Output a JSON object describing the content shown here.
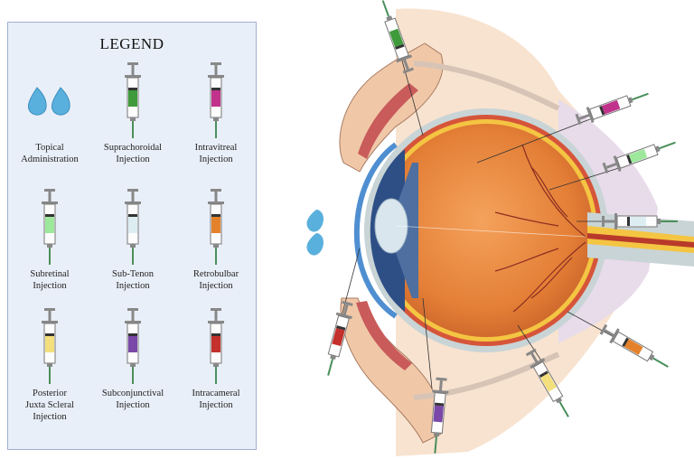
{
  "legend": {
    "title": "LEGEND",
    "items": [
      {
        "line1": "Topical",
        "line2": "Administration",
        "line3": "",
        "kind": "drops",
        "color": "#5ab0dd"
      },
      {
        "line1": "Suprachoroidal",
        "line2": "Injection",
        "line3": "",
        "kind": "syringe",
        "color": "#3e9a3a"
      },
      {
        "line1": "Intravitreal",
        "line2": "Injection",
        "line3": "",
        "kind": "syringe",
        "color": "#c0328c"
      },
      {
        "line1": "Subretinal",
        "line2": "Injection",
        "line3": "",
        "kind": "syringe",
        "color": "#9ee89b"
      },
      {
        "line1": "Sub-Tenon",
        "line2": "Injection",
        "line3": "",
        "kind": "syringe",
        "color": "#ddeef3"
      },
      {
        "line1": "Retrobulbar",
        "line2": "Injection",
        "line3": "",
        "kind": "syringe",
        "color": "#e4822c"
      },
      {
        "line1": "Posterior",
        "line2": "Juxta Scleral",
        "line3": "Injection",
        "kind": "syringe",
        "color": "#f3df7c"
      },
      {
        "line1": "Subconjunctival",
        "line2": "Injection",
        "line3": "",
        "kind": "syringe",
        "color": "#7a48a8"
      },
      {
        "line1": "Intracameral",
        "line2": "Injection",
        "line3": "",
        "kind": "syringe",
        "color": "#c4302b"
      }
    ]
  },
  "colors": {
    "panel_bg": "#e9eff8",
    "panel_border": "#9fb1cf",
    "eye_orange": "#e8853c",
    "sclera": "#c9d4d6",
    "skin": "#f0c8a8"
  }
}
